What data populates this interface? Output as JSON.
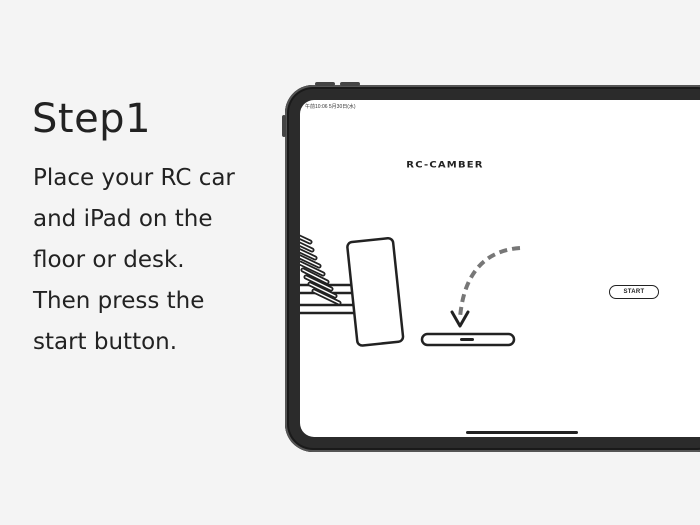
{
  "step": {
    "title": "Step1"
  },
  "instructions": [
    "Place your RC car",
    "and iPad on the",
    "floor or desk.",
    "Then press the",
    "start button."
  ],
  "device": {
    "status_bar": "午前10:06  5月30日(水)",
    "brand": "RC-CAMBER",
    "start_label": "START",
    "icons": [
      "rc-car-icon",
      "ipad-standing-icon",
      "ipad-flat-icon",
      "placement-arrow-icon"
    ]
  },
  "colors": {
    "background": "#f4f4f4",
    "bezel": "#2b2b2b",
    "ink": "#222222",
    "arrow": "#777777"
  }
}
